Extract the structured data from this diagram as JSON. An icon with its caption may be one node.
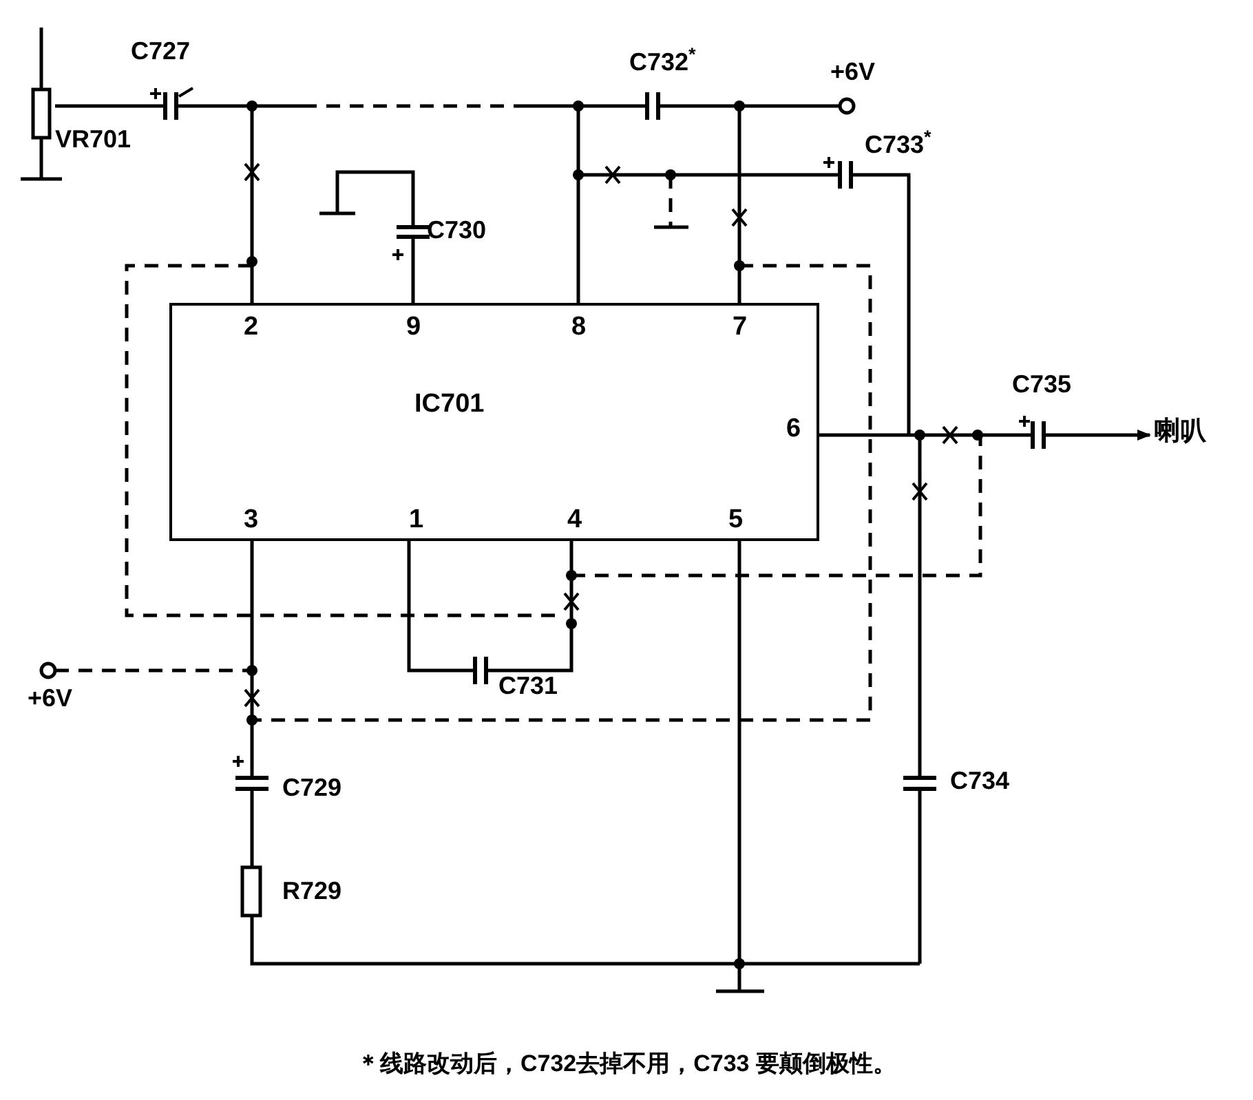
{
  "diagram": {
    "caption": "＊线路改动后，C732去掉不用，C733 要颠倒极性。",
    "nodes": [
      {
        "text": [
          "2",
          "9",
          "8",
          "7",
          "IC701",
          "6",
          "3",
          "1",
          "4",
          "5"
        ]
      },
      {
        "text": [
          "喇叭"
        ]
      }
    ],
    "edges": [
      {
        "from": null,
        "to": 1,
        "arrow": "to"
      }
    ],
    "labels": [
      "C727",
      "VR701",
      "C732$^{*}$",
      "+6V",
      "C733$^{*}$",
      "C730",
      "C735",
      "+6V",
      "C731",
      "C729",
      "C734",
      "R729"
    ]
  }
}
